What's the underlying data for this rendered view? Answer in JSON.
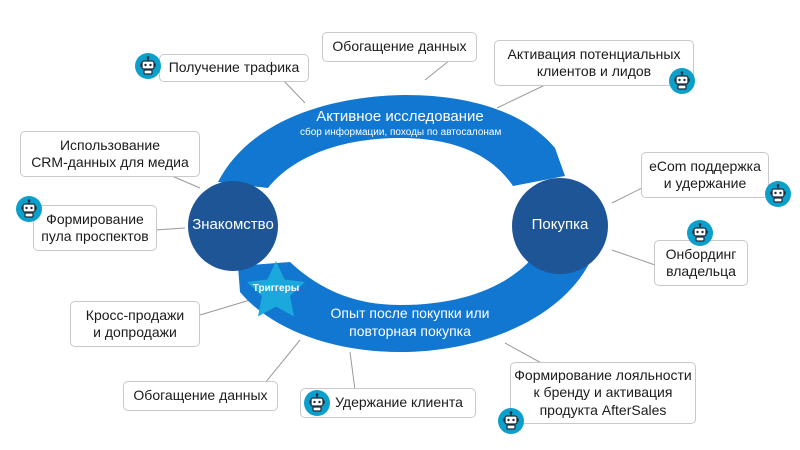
{
  "cycle": {
    "top_arc_title": "Активное исследование",
    "top_arc_subtitle": "сбор информации, походы по автосалонам",
    "bottom_arc_title_line1": "Опыт после покупки или",
    "bottom_arc_title_line2": "повторная покупка",
    "node_left": "Знакомство",
    "node_right": "Покупка",
    "trigger": "Триггеры"
  },
  "callouts": {
    "traffic": "Получение трафика",
    "enrich_top": "Обогащение данных",
    "activation_line1": "Активация потенциальных",
    "activation_line2": "клиентов и лидов",
    "crm_line1": "Использование",
    "crm_line2": "CRM-данных для медиа",
    "ecom_line1": "eCom поддержка",
    "ecom_line2": "и удержание",
    "prospects_line1": "Формирование",
    "prospects_line2": "пула проспектов",
    "onboarding_line1": "Онбординг",
    "onboarding_line2": "владельца",
    "cross_line1": "Кросс-продажи",
    "cross_line2": "и допродажи",
    "enrich_bottom": "Обогащение данных",
    "retention": "Удержание клиента",
    "loyalty_line1": "Формирование лояльности",
    "loyalty_line2": "к бренду и активация",
    "loyalty_line3": "продукта AfterSales"
  },
  "icons": {
    "robot": "robot-icon"
  },
  "colors": {
    "arc_blue": "#1177d1",
    "node_navy": "#1e5597",
    "star_cyan": "#1ba9dd",
    "robot_teal": "#0aa0cb",
    "callout_border": "#c9c9c9",
    "pointer_line": "#9a9a9a"
  }
}
